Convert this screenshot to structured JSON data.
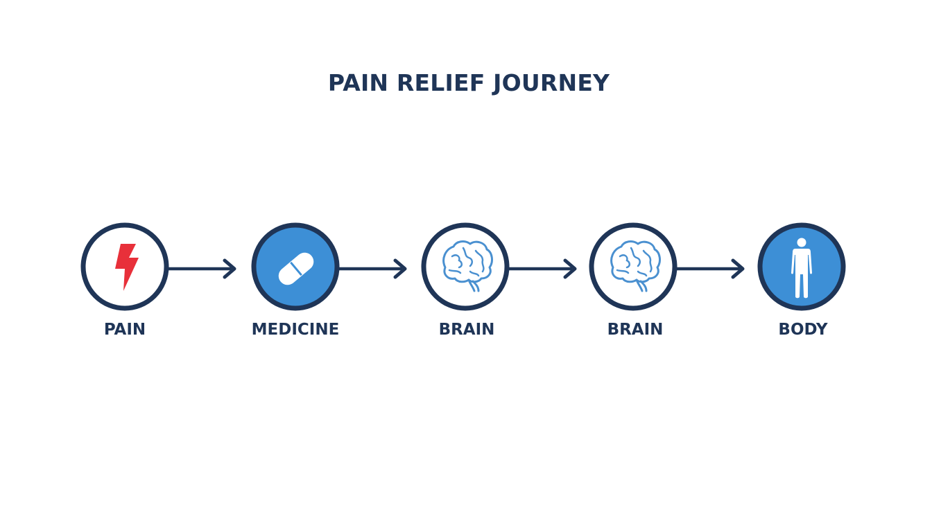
{
  "title": "PAIN RELIEF JOURNEY",
  "colors": {
    "navy": "#1f3557",
    "blue": "#3d8fd6",
    "red": "#e8303a",
    "brain_line": "#4a90d0",
    "white": "#ffffff"
  },
  "steps": [
    {
      "label": "PAIN",
      "icon": "lightning-bolt-icon",
      "fill": "white"
    },
    {
      "label": "MEDICINE",
      "icon": "capsule-pill-icon",
      "fill": "blue"
    },
    {
      "label": "BRAIN",
      "icon": "brain-icon",
      "fill": "white"
    },
    {
      "label": "BRAIN",
      "icon": "brain-icon",
      "fill": "white"
    },
    {
      "label": "BODY",
      "icon": "human-body-icon",
      "fill": "blue"
    }
  ]
}
